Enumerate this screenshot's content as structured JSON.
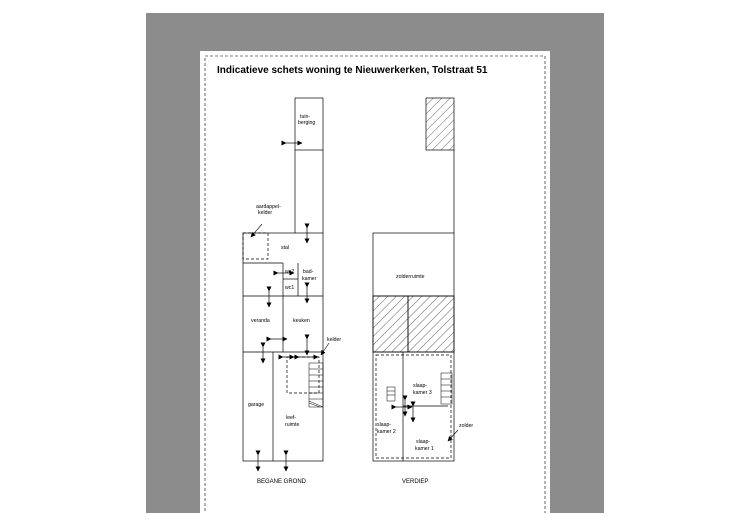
{
  "document": {
    "title": "Indicatieve schets woning te Nieuwerkerken, Tolstraat 51"
  },
  "ground_floor": {
    "caption": "BEGANE GROND",
    "rooms": {
      "tuinberging": [
        "tuin-",
        "berging"
      ],
      "aardappelkelder": [
        "aardappel-",
        "kelder"
      ],
      "stal": "stal",
      "wc2": "wc2",
      "wc1": "wc1",
      "badkamer": [
        "bad-",
        "kamer"
      ],
      "veranda": "veranda",
      "keuken": "keuken",
      "kelder": "kelder",
      "garage": "garage",
      "leefruimte": [
        "leef-",
        "ruimte"
      ]
    }
  },
  "upper_floor": {
    "caption": "VERDIEP",
    "rooms": {
      "zolderruimte": "zolderruimte",
      "slaapkamer3": [
        "slaap-",
        "kamer  3"
      ],
      "slaapkamer2": [
        "slaap-",
        "kamer  2"
      ],
      "slaapkamer1": [
        "slaap-",
        "kamer  1"
      ],
      "zolder": "zolder"
    }
  }
}
